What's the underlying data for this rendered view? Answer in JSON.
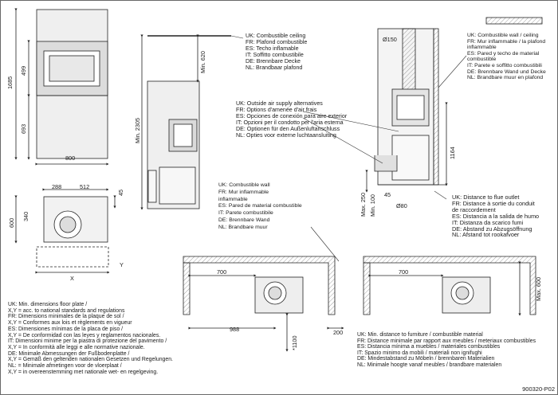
{
  "ceiling_note": [
    "UK: Combustible ceiling",
    "FR: Plafond combustible",
    "ES: Techo inflamable",
    "IT:  Soffitto combustibile",
    "DE: Brennbare Decke",
    "NL:  Brandbaar plafond"
  ],
  "air_supply_note": [
    "UK: Outside air supply alternatives",
    "FR: Options d'amenée d'air frais",
    "ES: Opciones de conexión para aire exterior",
    "IT:  Opzioni per il condotto per l'aria esterna",
    "DE: Optionen für den Außenluftanschluss",
    "NL: Opties voor externe luchtaansluiting"
  ],
  "wall_note_right": [
    "UK: Combustible wall / ceiling",
    "FR: Mur inflammable / la plafond",
    "inflammable",
    "ES: Pared y techo de material",
    "combustible",
    "IT: Parete e soffitto combustibili",
    "DE: Brennbare Wand und Decke",
    "NL: Brandbare muur en plafond"
  ],
  "wall_note_mid": [
    "UK: Combustible wall",
    "FR: Mur inflammable",
    "inflammable",
    "ES: Pared de material combustible",
    "IT: Parete combustibile",
    "DE: Brennbare Wand",
    "NL: Brandbare muur"
  ],
  "flue_note": [
    "UK: Distance to flue outlet",
    "FR: Distance à sortie du conduit",
    "de raccordement",
    "ES: Distancia a la salida de humo",
    "IT: Distanza da scarico fumi",
    "DE: Abstand zu Abzugsöffnung",
    "NL:  Afstand tot rookafvoer"
  ],
  "floor_note": [
    "UK: Min. dimensions floor plate /",
    "X,Y = acc. to national standards and regulations",
    "FR: Dimensions minimales de la plaque de sol /",
    "X,Y = Conformes aux lois et règlements en vigueur",
    "ES: Dimensiones mínimas de la placa de piso /",
    "X,Y = De conformidad con las leyes y reglamentos nacionales.",
    "IT: Dimensioni minime per la piastra di protezione del pavimento /",
    "X,Y = In conformità alle leggi e alle normative nazionale.",
    "DE: Minimale Abmessungen der Fußbodenplatte /",
    "X,Y = Gemäß den geltenden nationalen Gesetzen und Regelungen.",
    "NL: = Minimale afmetingen voor de vloerplaat /",
    "X,Y = in overeenstemming met nationale wet- en regelgeving."
  ],
  "furniture_note": [
    "UK: Min. distance to furniture / combustible material",
    "FR: Distance minimale par rapport aux meubles / meteriaux combustibles",
    "ES: Distancia mínima a muebles / materiales combustibles",
    "IT: Spazio minimo da mobili / materiali non ignifughi",
    "DE: Mindestabstand zu Möbeln / brennbaren Materialien",
    "NL: Minimale hoogte vanaf meubles / brandbare materialen"
  ],
  "dims": {
    "overall_height": "1685",
    "upper_height": "499",
    "lower_height": "693",
    "width": "800",
    "ceiling_clearance": "Min. 620",
    "ceiling_height": "Min. 2305",
    "flue_diameter": "Ø150",
    "air_diameter": "Ø80",
    "flue_height": "1164",
    "top_offset_a": "288",
    "top_offset_b": "512",
    "top_depth_a": "45",
    "top_depth_b": "340",
    "top_total": "600",
    "side_depth": "45",
    "side_max250": "Max. 250",
    "side_min100": "Min. 100",
    "bottom_left": "700",
    "bottom_right": "700",
    "bottom_988": "988",
    "bottom_200": "200",
    "bottom_1100": "*1100",
    "bottom_max600": "Max. 600"
  },
  "axis_x": "X",
  "axis_y": "Y",
  "drawing_ref": "900320-P02"
}
